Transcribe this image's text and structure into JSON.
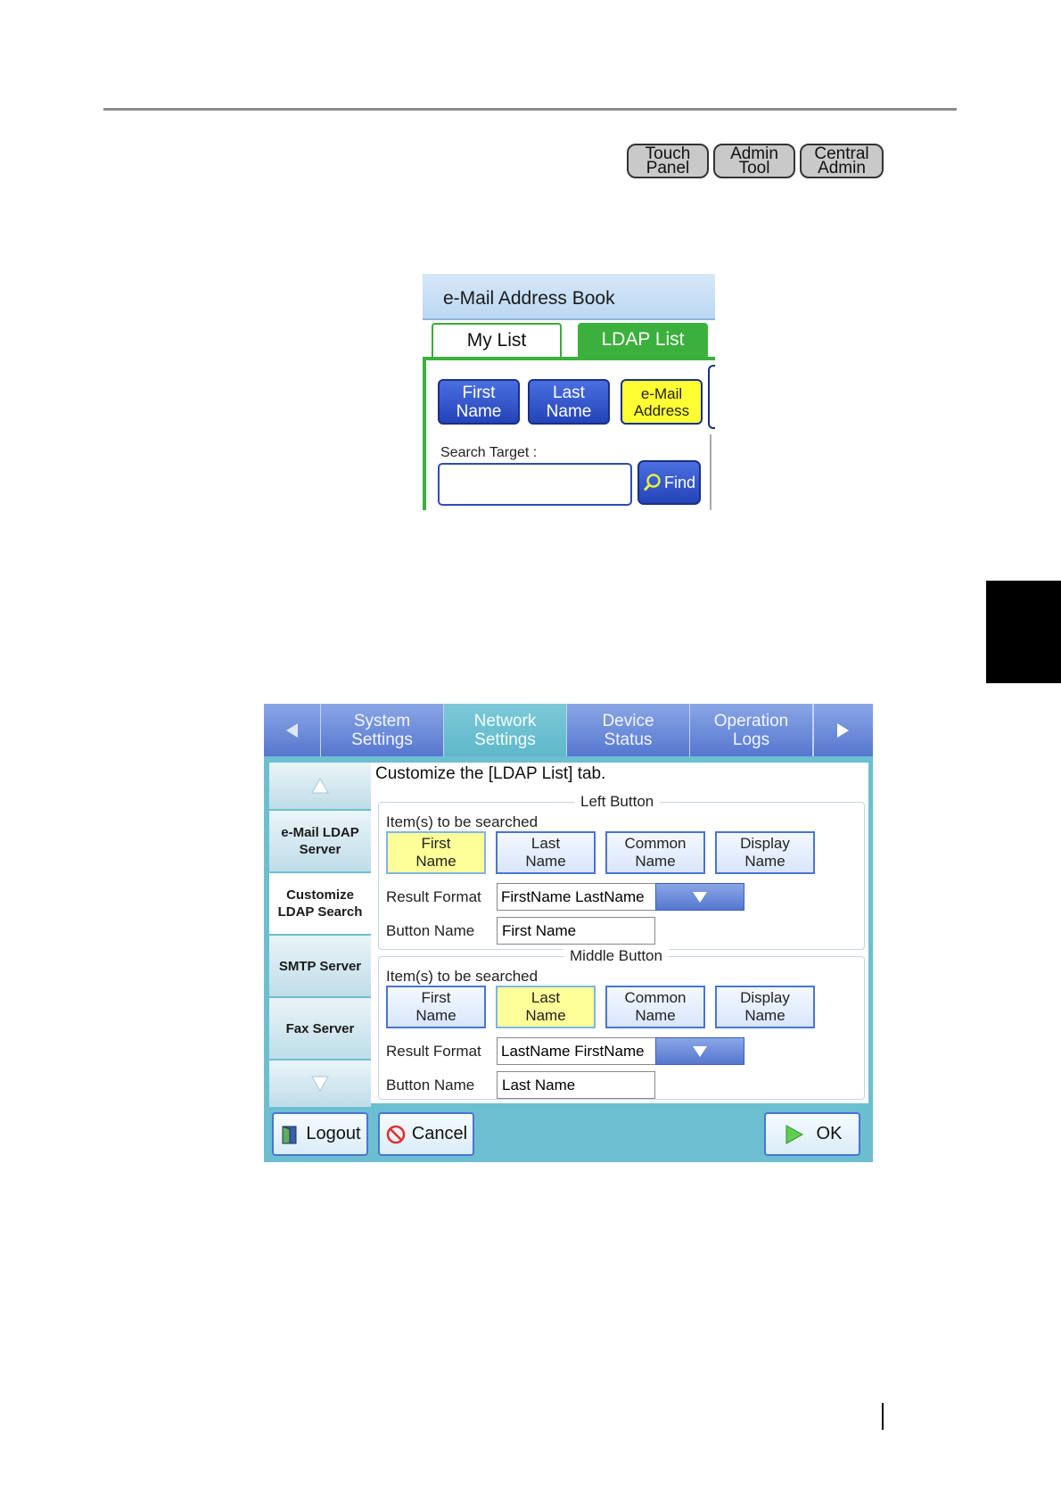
{
  "header_pills": [
    {
      "label": "Touch\nPanel"
    },
    {
      "label": "Admin\nTool"
    },
    {
      "label": "Central\nAdmin"
    }
  ],
  "screenshot1": {
    "title": "e-Mail Address Book",
    "tabs": {
      "my_list": "My List",
      "ldap_list": "LDAP List"
    },
    "buttons": [
      {
        "label": "First\nName",
        "selected": false
      },
      {
        "label": "Last\nName",
        "selected": false
      },
      {
        "label": "e-Mail\nAddress",
        "selected": true
      }
    ],
    "search_target_label": "Search Target :",
    "search_value": "",
    "find_button": "Find"
  },
  "screenshot2": {
    "nav_tabs": [
      {
        "label": "System\nSettings",
        "active": false
      },
      {
        "label": "Network\nSettings",
        "active": true
      },
      {
        "label": "Device\nStatus",
        "active": false
      },
      {
        "label": "Operation\nLogs",
        "active": false
      }
    ],
    "left_menu": [
      {
        "label": "e-Mail LDAP\nServer",
        "selected": false
      },
      {
        "label": "Customize\nLDAP Search",
        "selected": true
      },
      {
        "label": "SMTP Server",
        "selected": false
      },
      {
        "label": "Fax Server",
        "selected": false
      }
    ],
    "panel_title": "Customize the [LDAP List] tab.",
    "groups": [
      {
        "legend": "Left Button",
        "items_label": "Item(s) to be searched",
        "options": [
          {
            "label": "First\nName",
            "selected": true
          },
          {
            "label": "Last\nName",
            "selected": false
          },
          {
            "label": "Common\nName",
            "selected": false
          },
          {
            "label": "Display\nName",
            "selected": false
          }
        ],
        "result_format_label": "Result Format",
        "result_format_value": "FirstName LastName",
        "button_name_label": "Button Name",
        "button_name_value": "First Name"
      },
      {
        "legend": "Middle Button",
        "items_label": "Item(s) to be searched",
        "options": [
          {
            "label": "First\nName",
            "selected": false
          },
          {
            "label": "Last\nName",
            "selected": true
          },
          {
            "label": "Common\nName",
            "selected": false
          },
          {
            "label": "Display\nName",
            "selected": false
          }
        ],
        "result_format_label": "Result Format",
        "result_format_value": "LastName FirstName",
        "button_name_label": "Button Name",
        "button_name_value": "Last Name"
      }
    ],
    "bottom_buttons": {
      "logout": "Logout",
      "cancel": "Cancel",
      "ok": "OK"
    }
  },
  "colors": {
    "tab_green": "#3cb03c",
    "button_blue": "#2444b8",
    "highlight_yellow": "#ffff33",
    "panel_teal": "#6cbfd0"
  }
}
